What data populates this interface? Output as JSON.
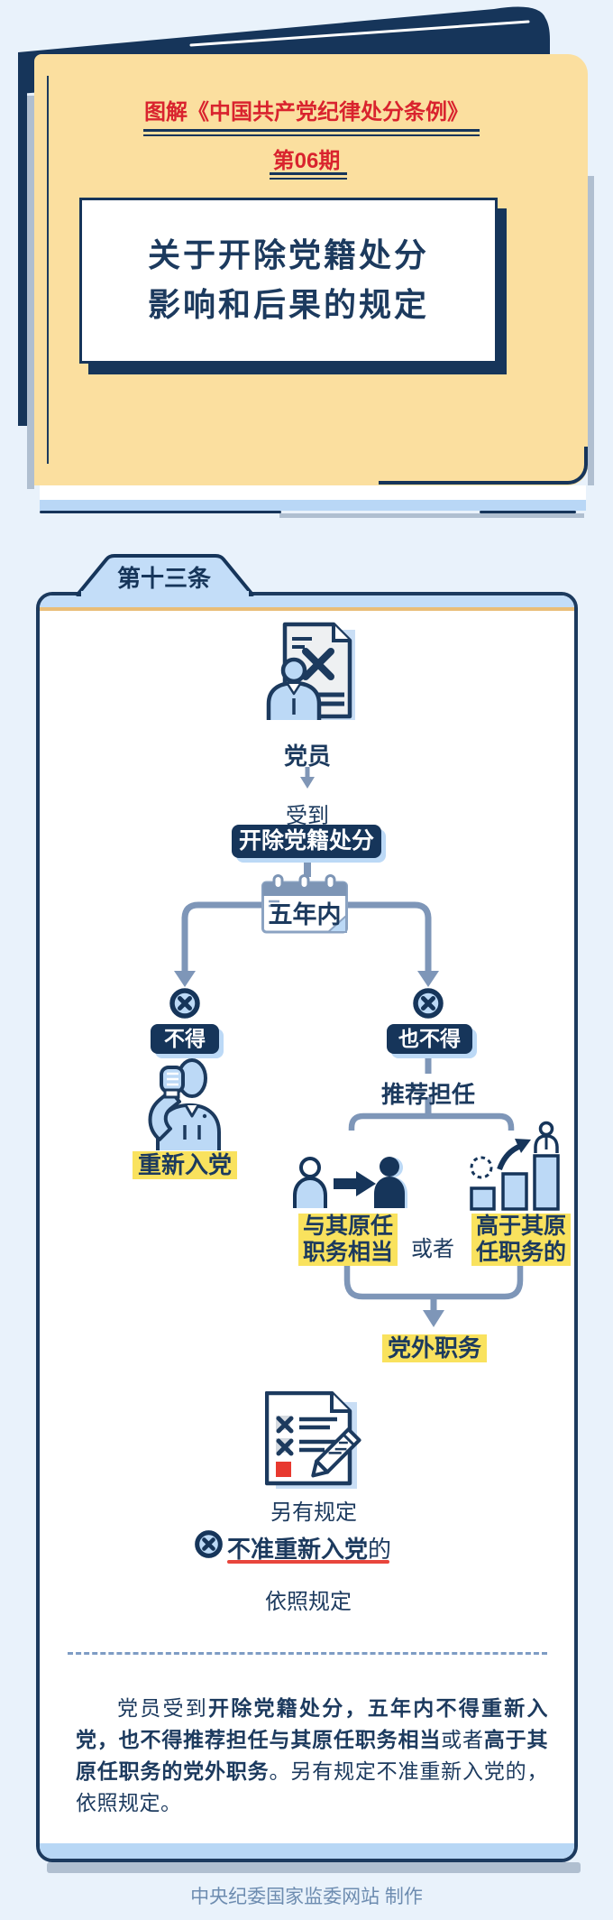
{
  "colors": {
    "background": "#e9f2fb",
    "navy": "#1c3a5e",
    "navy_fill": "#16355a",
    "cover_yellow": "#fbdf9f",
    "red_accent": "#d9232e",
    "red_underline": "#e8453c",
    "highlight_yellow": "#f9e25e",
    "light_blue_fill": "#bcd9f6",
    "tab_blue": "#c3ddf8",
    "steel_connector": "#7e96b8",
    "orange_rule": "#e9bd77",
    "shadow_gray": "#b0bfd0",
    "footer_text": "#6d8cb0"
  },
  "icons": {
    "member_document": "expelled-member-document-icon",
    "down_arrow": "down-arrow-icon",
    "calendar": "calendar-icon",
    "no_symbol": "circled-x-icon",
    "oath_person": "oath-fist-person-icon",
    "person_transfer": "person-transfer-icon",
    "promotion_chart": "rising-bars-promotion-icon",
    "regulation_checklist": "checklist-pencil-icon"
  },
  "cover": {
    "series_title": "图解《中国共产党纪律处分条例》",
    "issue": "第06期",
    "title_line1": "关于开除党籍处分",
    "title_line2": "影响和后果的规定"
  },
  "article": {
    "tab_label": "第十三条",
    "flow": {
      "member": "党员",
      "receive": "受到",
      "punishment": "开除党籍处分",
      "period": "五年内",
      "left_no": "不得",
      "left_action": "重新入党",
      "right_no": "也不得",
      "recommend": "推荐担任",
      "option_left_line1": "与其原任",
      "option_left_line2": "职务相当",
      "or": "或者",
      "option_right_line1": "高于其原",
      "option_right_line2": "任职务的",
      "outside_post": "党外职务",
      "other_rule": "另有规定",
      "no_rejoin": "不准重新入党",
      "no_rejoin_suffix": "的",
      "per_rule": "依照规定"
    },
    "summary_runs": [
      {
        "t": "党员受到",
        "b": false
      },
      {
        "t": "开除党籍处分，五年内不得重新入党，也不得推荐担任与其原任职务相当",
        "b": true
      },
      {
        "t": "或者",
        "b": false
      },
      {
        "t": "高于其原任职务的党外职务",
        "b": true
      },
      {
        "t": "。另有规定不准重新入党的，依照规定。",
        "b": false
      }
    ]
  },
  "footer": {
    "credit": "中央纪委国家监委网站 制作"
  }
}
